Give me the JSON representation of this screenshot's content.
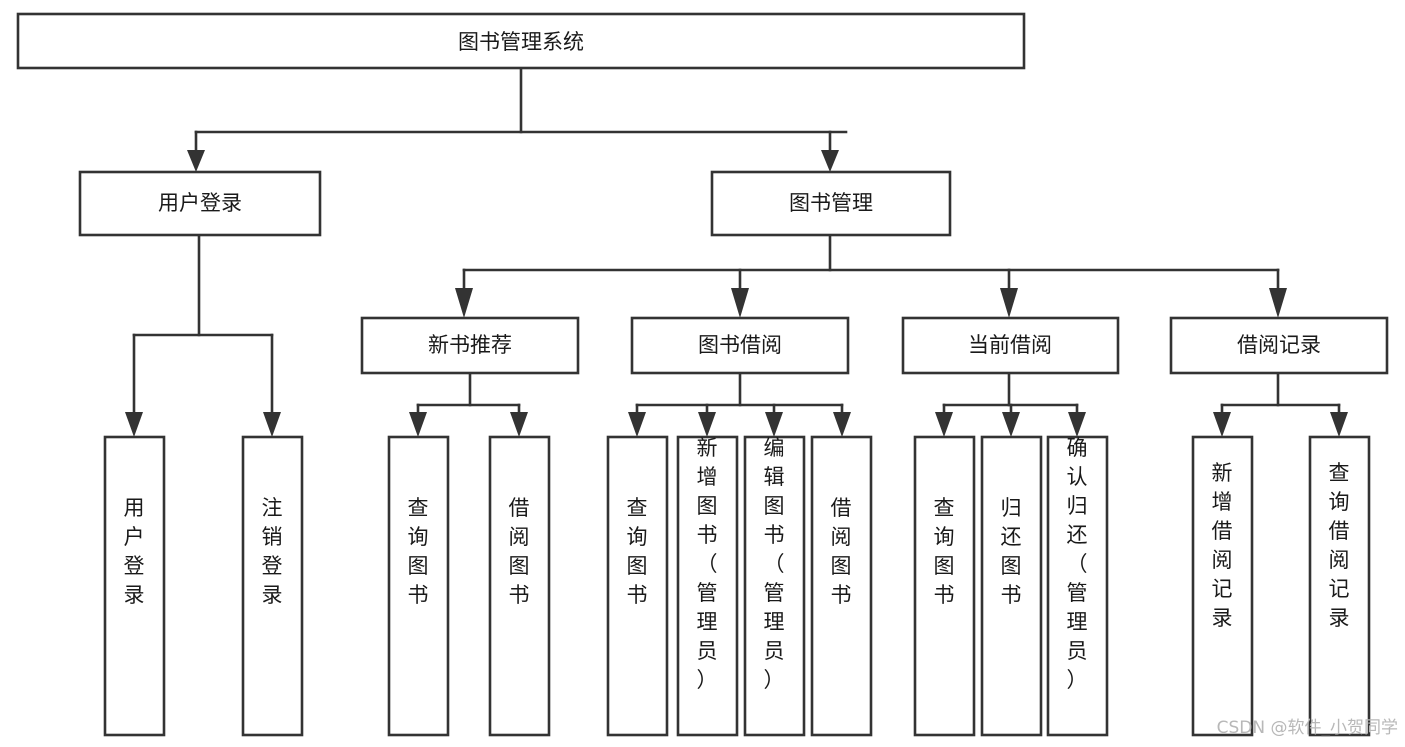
{
  "diagram": {
    "title": "图书管理系统",
    "type": "hierarchy-tree",
    "root": {
      "id": "root",
      "label": "图书管理系统",
      "orientation": "horizontal"
    },
    "level1": [
      {
        "id": "user-login",
        "label": "用户登录",
        "orientation": "horizontal"
      },
      {
        "id": "book-management",
        "label": "图书管理",
        "orientation": "horizontal"
      }
    ],
    "level2": [
      {
        "id": "new-book-recommend",
        "label": "新书推荐",
        "parent": "book-management",
        "orientation": "horizontal"
      },
      {
        "id": "book-borrow",
        "label": "图书借阅",
        "parent": "book-management",
        "orientation": "horizontal"
      },
      {
        "id": "current-borrow",
        "label": "当前借阅",
        "parent": "book-management",
        "orientation": "horizontal"
      },
      {
        "id": "borrow-record",
        "label": "借阅记录",
        "parent": "book-management",
        "orientation": "horizontal"
      }
    ],
    "leaves": [
      {
        "id": "leaf-user-login",
        "label": "用户登录",
        "parent": "user-login",
        "orientation": "vertical"
      },
      {
        "id": "leaf-user-logout",
        "label": "注销登录",
        "parent": "user-login",
        "orientation": "vertical"
      },
      {
        "id": "leaf-query-book-1",
        "label": "查询图书",
        "parent": "new-book-recommend",
        "orientation": "vertical"
      },
      {
        "id": "leaf-borrow-book-1",
        "label": "借阅图书",
        "parent": "new-book-recommend",
        "orientation": "vertical"
      },
      {
        "id": "leaf-query-book-2",
        "label": "查询图书",
        "parent": "book-borrow",
        "orientation": "vertical"
      },
      {
        "id": "leaf-add-book",
        "label": "新增图书（管理员）",
        "parent": "book-borrow",
        "orientation": "vertical"
      },
      {
        "id": "leaf-edit-book",
        "label": "编辑图书（管理员）",
        "parent": "book-borrow",
        "orientation": "vertical"
      },
      {
        "id": "leaf-borrow-book-2",
        "label": "借阅图书",
        "parent": "book-borrow",
        "orientation": "vertical"
      },
      {
        "id": "leaf-query-book-3",
        "label": "查询图书",
        "parent": "current-borrow",
        "orientation": "vertical"
      },
      {
        "id": "leaf-return-book",
        "label": "归还图书",
        "parent": "current-borrow",
        "orientation": "vertical"
      },
      {
        "id": "leaf-confirm-return",
        "label": "确认归还（管理员）",
        "parent": "current-borrow",
        "orientation": "vertical"
      },
      {
        "id": "leaf-add-record",
        "label": "新增借阅记录",
        "parent": "borrow-record",
        "orientation": "vertical"
      },
      {
        "id": "leaf-query-record",
        "label": "查询借阅记录",
        "parent": "borrow-record",
        "orientation": "vertical"
      }
    ],
    "watermark": "CSDN @软件_小贺同学",
    "colors": {
      "box_stroke": "#333333",
      "box_fill": "#ffffff",
      "text": "#1a1a1a",
      "background": "#ffffff",
      "watermark": "#b8b8b8"
    }
  }
}
